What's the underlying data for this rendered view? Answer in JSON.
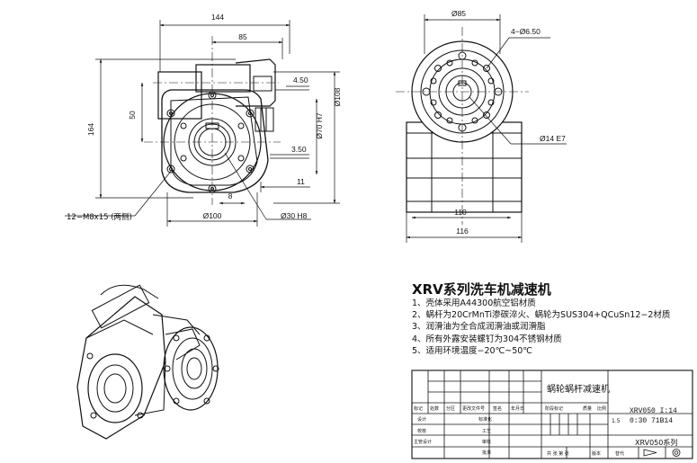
{
  "dims": {
    "d144": "144",
    "d85": "85",
    "d164": "164",
    "d50": "50",
    "d450": "4.50",
    "d70": "Ø70 H7",
    "d108": "Ø108",
    "d350": "3.50",
    "d11": "11",
    "d8": "8",
    "d100": "Ø100",
    "d30": "Ø30 H8",
    "screw": "12−M8x15 (两侧)",
    "d85b": "Ø85",
    "holes": "4−Ø6.50",
    "d14": "Ø14 E7",
    "d110": "110",
    "d116": "116"
  },
  "title": "XRV系列洗车机减速机",
  "notes": [
    "1、壳体采用A44300航空铝材质",
    "2、蜗杆为20CrMnTi渗碳淬火、蜗轮为SUS304+QCuSn12−2材质",
    "3、润滑油为全合成润滑油或润滑脂",
    "4、所有外露安装螺钉为304不锈钢材质",
    "5、适用环境温度−20℃~50℃"
  ],
  "titleblock": {
    "part_name": "蜗轮蜗杆减速机",
    "model": "XRV050 I:14",
    "model2": "0:30 71B14",
    "series": "XRV050系列",
    "scale": "1.5",
    "row1": [
      "标记",
      "处数",
      "分区",
      "更改文件号",
      "签名",
      "年月日"
    ],
    "row_design": "设计",
    "row_std": "标准化",
    "row_check": "校核",
    "row_proc": "工艺",
    "row_chief": "主管设计",
    "row_review": "审核",
    "row_approve": "批准",
    "stage": "阶段标记",
    "weight": "质量",
    "ratio": "比例",
    "sheets": "共 张 第 张",
    "ver": "版本",
    "replace": "替代"
  }
}
